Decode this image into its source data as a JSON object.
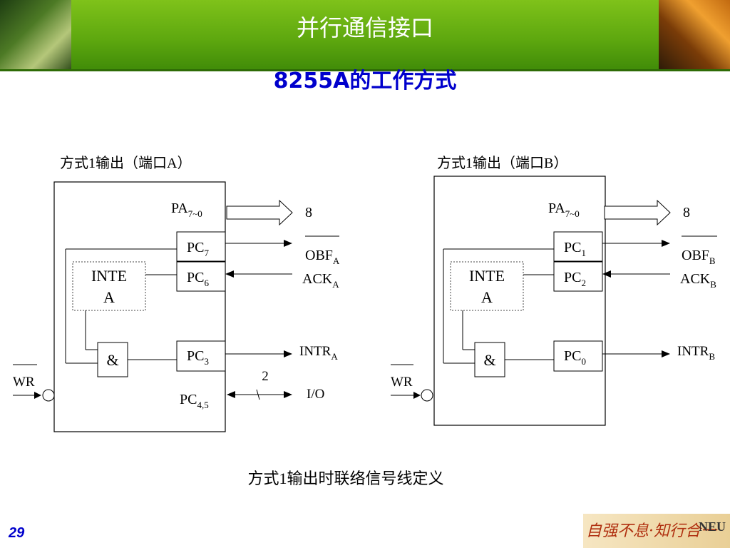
{
  "header": {
    "title": "并行通信接口",
    "subtitle": "8255A的工作方式"
  },
  "diagram_a": {
    "caption": "方式1输出（端口A）",
    "port": "PA",
    "port_sub": "7~0",
    "width_label": "8",
    "pc_top": "PC",
    "pc_top_sub": "7",
    "pc_mid": "PC",
    "pc_mid_sub": "6",
    "pc_low": "PC",
    "pc_low_sub": "3",
    "pc_io": "PC",
    "pc_io_sub": "4,5",
    "obf": "OBF",
    "obf_sub": "A",
    "ack": "ACK",
    "ack_sub": "A",
    "intr": "INTR",
    "intr_sub": "A",
    "inte": "INTE",
    "inte_line2": "A",
    "and_gate": "&",
    "wr": "WR",
    "io_count": "2",
    "io_label": "I/O"
  },
  "diagram_b": {
    "caption": "方式1输出（端口B）",
    "port": "PA",
    "port_sub": "7~0",
    "width_label": "8",
    "pc_top": "PC",
    "pc_top_sub": "1",
    "pc_mid": "PC",
    "pc_mid_sub": "2",
    "pc_low": "PC",
    "pc_low_sub": "0",
    "obf": "OBF",
    "obf_sub": "B",
    "ack": "ACK",
    "ack_sub": "B",
    "intr": "INTR",
    "intr_sub": "B",
    "inte": "INTE",
    "inte_line2": "A",
    "and_gate": "&",
    "wr": "WR"
  },
  "caption_bottom": "方式1输出时联络信号线定义",
  "footer": {
    "page_number": "29",
    "slogan": "自强不息·知行合一",
    "slogan_tag": "NEU"
  },
  "colors": {
    "header_green": "#5ea80f",
    "subtitle_blue": "#0000cc",
    "title_white": "#ffffff"
  }
}
